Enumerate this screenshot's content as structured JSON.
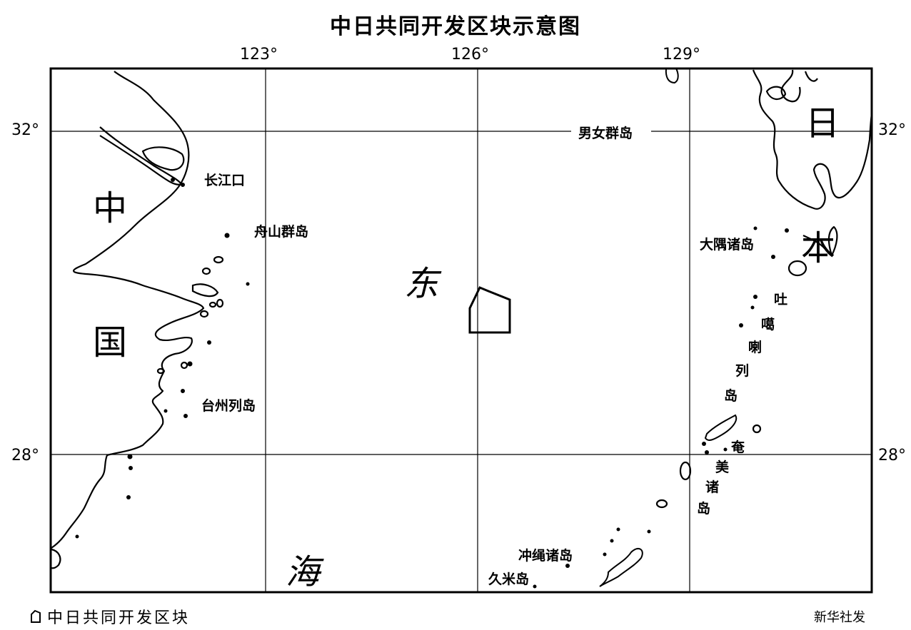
{
  "title": "中日共同开发区块示意图",
  "longitude_ticks": [
    "123°",
    "126°",
    "129°"
  ],
  "latitude_ticks": [
    "32°",
    "28°"
  ],
  "region_labels": {
    "china": [
      "中",
      "国"
    ],
    "japan": [
      "日",
      "本"
    ],
    "sea": [
      "东",
      "海"
    ]
  },
  "places": {
    "changjiangkou": "长江口",
    "zhoushan": "舟山群岛",
    "taizhou": "台州列岛",
    "nannv": "男女群岛",
    "dayu": "大隅诸岛",
    "tokara": [
      "吐",
      "噶",
      "喇",
      "列",
      "岛"
    ],
    "amami": [
      "奄",
      "美",
      "诸",
      "岛"
    ],
    "okinawa": "冲绳诸岛",
    "kume": "久米岛"
  },
  "legend": {
    "icon": "zone-outline-icon",
    "label": "中日共同开发区块"
  },
  "credit": "新华社发",
  "colors": {
    "ink": "#000000",
    "background": "#ffffff"
  }
}
